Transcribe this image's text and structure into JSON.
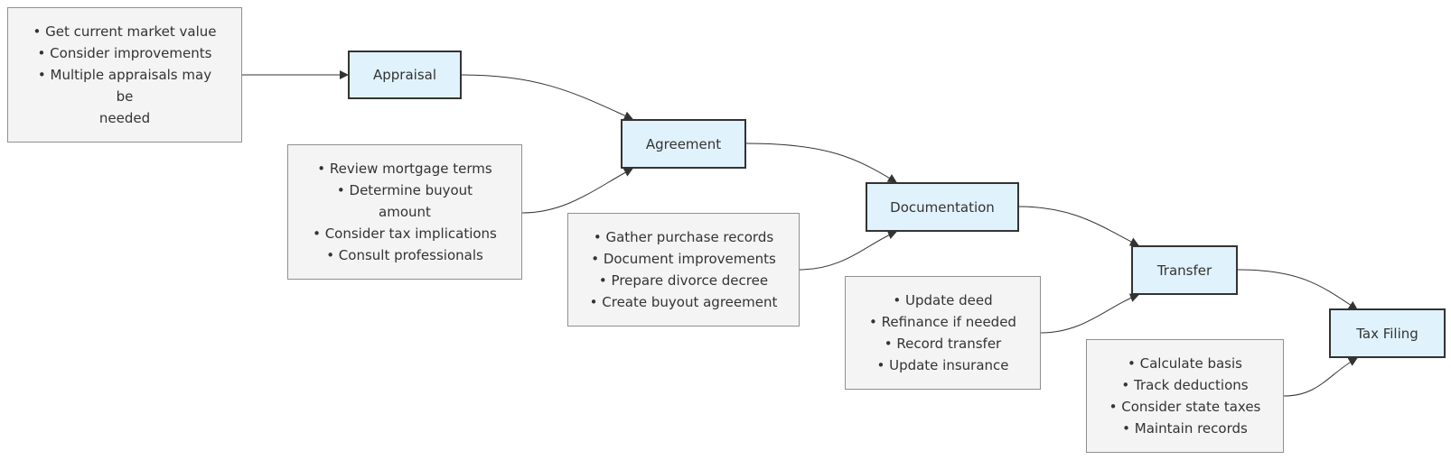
{
  "steps": {
    "appraisal": "Appraisal",
    "agreement": "Agreement",
    "documentation": "Documentation",
    "transfer": "Transfer",
    "tax_filing": "Tax Filing"
  },
  "notes": {
    "appraisal": [
      "• Get current market value",
      "• Consider improvements",
      "• Multiple appraisals may",
      "be",
      "needed"
    ],
    "agreement": [
      "• Review mortgage terms",
      "• Determine buyout",
      "amount",
      "• Consider tax implications",
      "• Consult professionals"
    ],
    "documentation": [
      "• Gather purchase records",
      "• Document improvements",
      "• Prepare divorce decree",
      "• Create buyout agreement"
    ],
    "transfer": [
      "• Update deed",
      "• Refinance if needed",
      "• Record transfer",
      "• Update insurance"
    ],
    "tax_filing": [
      "• Calculate basis",
      "• Track deductions",
      "• Consider state taxes",
      "• Maintain records"
    ]
  },
  "colors": {
    "step_fill": "#e0f2fb",
    "step_border": "#333333",
    "note_fill": "#f4f4f4",
    "note_border": "#8f8f8f",
    "edge": "#333333"
  }
}
